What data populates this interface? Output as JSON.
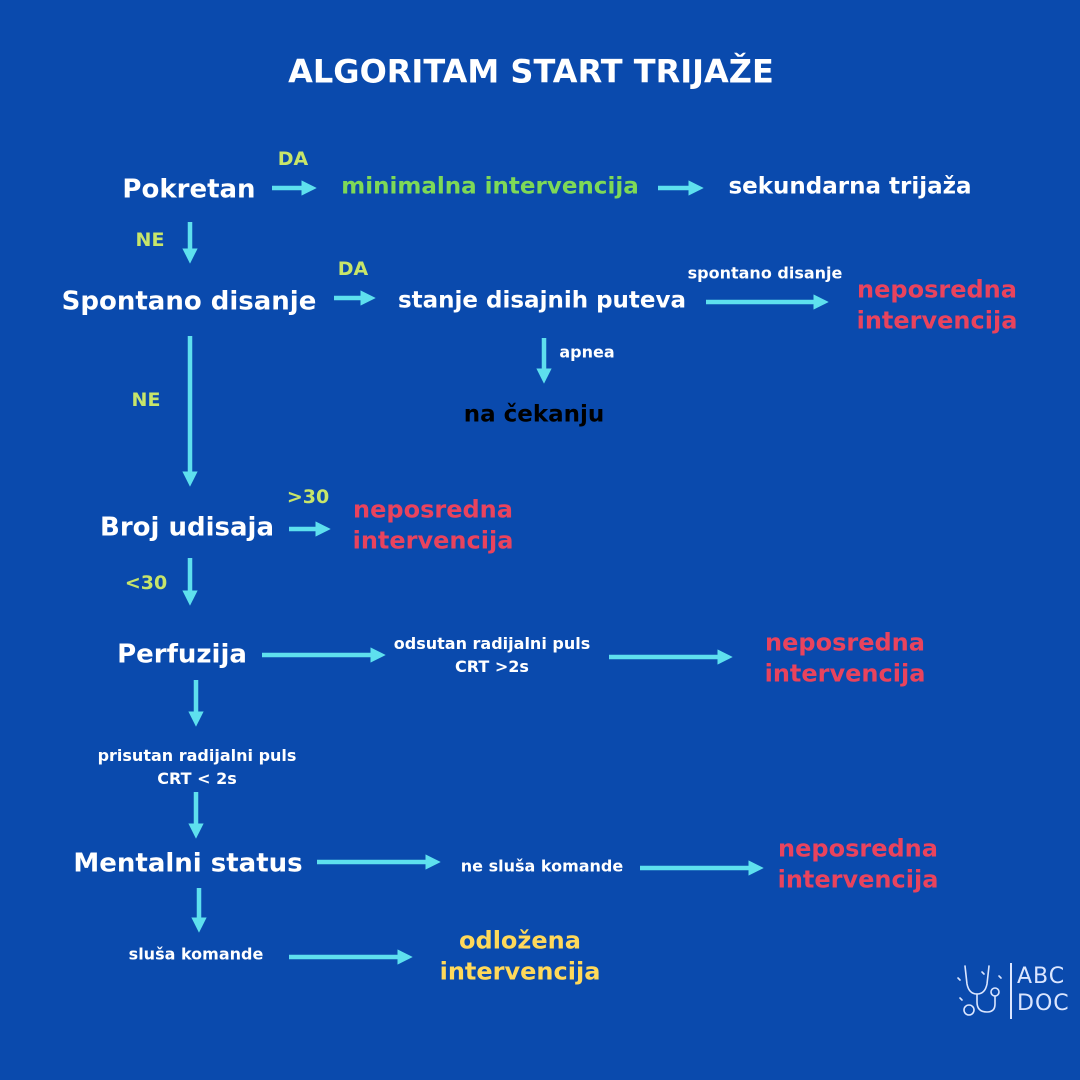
{
  "title": "ALGORITAM START TRIJAŽE",
  "nodes": {
    "pokretan": "Pokretan",
    "spontano_disanje": "Spontano disanje",
    "broj_udisaja": "Broj udisaja",
    "perfuzija": "Perfuzija",
    "mentalni_status": "Mentalni status"
  },
  "results": {
    "minimalna": "minimalna intervencija",
    "sekundarna": "sekundarna trijaža",
    "stanje": "stanje disajnih puteva",
    "na_cekanju": "na čekanju",
    "neposredna_1": [
      "neposredna",
      "intervencija"
    ],
    "neposredna_2": [
      "neposredna",
      "intervencija"
    ],
    "neposredna_3": [
      "neposredna",
      "intervencija"
    ],
    "neposredna_4": [
      "neposredna",
      "intervencija"
    ],
    "odlozena": [
      "odložena",
      "intervencija"
    ]
  },
  "labels": {
    "da_1": "DA",
    "ne_1": "NE",
    "da_2": "DA",
    "ne_2": "NE",
    "spontano_disanje_small": "spontano disanje",
    "apnea": "apnea",
    "gt30": ">30",
    "lt30": "<30",
    "odsutan": [
      "odsutan radijalni puls",
      "CRT >2s"
    ],
    "prisutan": [
      "prisutan radijalni puls",
      "CRT < 2s"
    ],
    "ne_slusa": "ne sluša komande",
    "slusa": "sluša komande"
  },
  "logo": {
    "line1": "ABC",
    "line2": "DOC",
    "icon": "stethoscope-icon"
  },
  "colors": {
    "background": "#0a4aad",
    "arrow": "#5ee0ee",
    "label_green": "#c7e56a",
    "minimal_green": "#7ed957",
    "immediate_red": "#e9435d",
    "delayed_yellow": "#ffd95a"
  }
}
